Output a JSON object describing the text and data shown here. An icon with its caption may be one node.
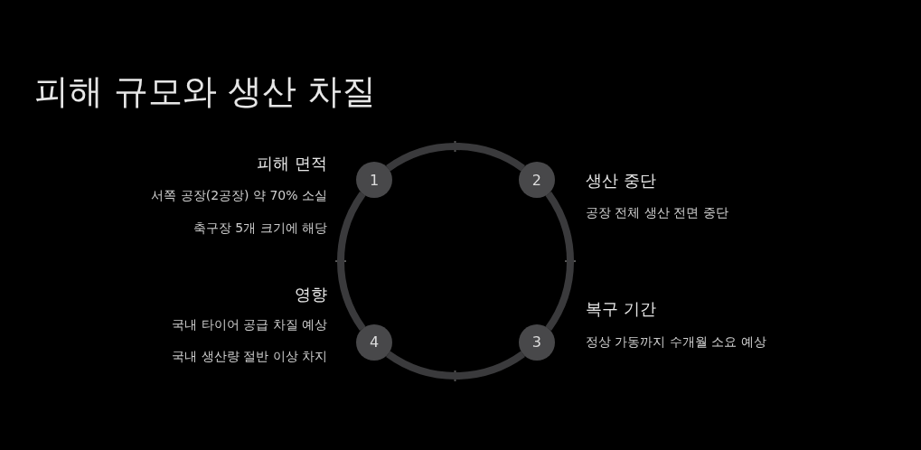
{
  "diagram": {
    "title": "피해 규모와 생산 차질",
    "nodes": [
      {
        "text": [
          "1"
        ],
        "beside": [
          "피해 면적",
          "서쪽 공장(2공장) 약 70% 소실",
          "축구장 5개 크기에 해당"
        ]
      },
      {
        "text": [
          "2"
        ],
        "beside": [
          "생산 중단",
          "공장 전체 생산 전면 중단"
        ]
      },
      {
        "text": [
          "3"
        ],
        "beside": [
          "복구 기간",
          "정상 가동까지 수개월 소요 예상"
        ]
      },
      {
        "text": [
          "4"
        ],
        "beside": [
          "영향",
          "국내 타이어 공급 차질 예상",
          "국내 생산량 절반 이상 차지"
        ]
      }
    ],
    "edges": [
      {
        "from": 0,
        "to": 1,
        "arrow": "none"
      },
      {
        "from": 1,
        "to": 2,
        "arrow": "none"
      },
      {
        "from": 2,
        "to": 3,
        "arrow": "none"
      },
      {
        "from": 3,
        "to": 0,
        "arrow": "none"
      }
    ]
  }
}
